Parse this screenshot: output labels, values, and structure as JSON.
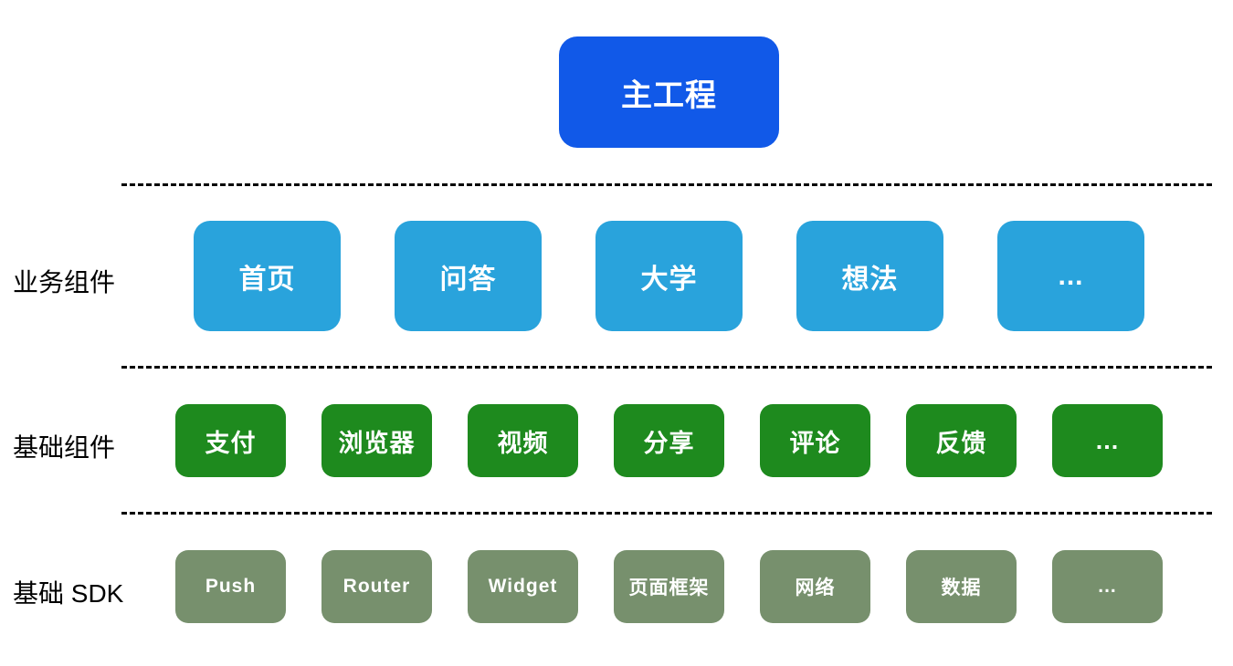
{
  "diagram": {
    "title_node": {
      "label": "主工程",
      "color": "#1159e8"
    },
    "divider_color": "#000000",
    "layers": [
      {
        "name": "业务组件",
        "color": "#29a3dc",
        "items": [
          "首页",
          "问答",
          "大学",
          "想法",
          "..."
        ]
      },
      {
        "name": "基础组件",
        "color": "#1e8a1e",
        "items": [
          "支付",
          "浏览器",
          "视频",
          "分享",
          "评论",
          "反馈",
          "..."
        ]
      },
      {
        "name": "基础 SDK",
        "color": "#77906d",
        "items": [
          "Push",
          "Router",
          "Widget",
          "页面框架",
          "网络",
          "数据",
          "..."
        ]
      }
    ]
  }
}
